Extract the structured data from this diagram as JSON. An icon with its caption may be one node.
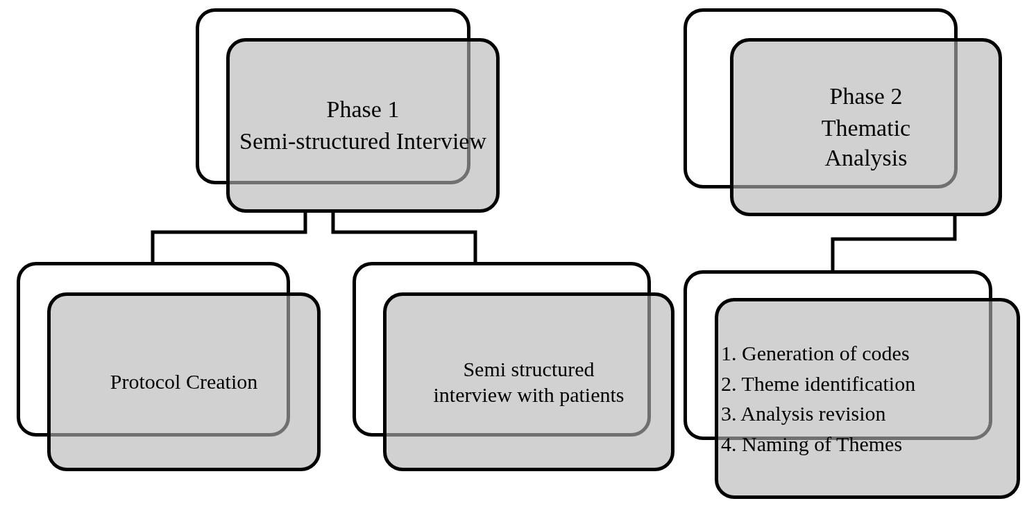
{
  "diagram": {
    "nodes": [
      {
        "text": [
          "Phase 1",
          "Semi-structured Interview"
        ]
      },
      {
        "text": [
          "Protocol Creation"
        ]
      },
      {
        "text": [
          "Semi structured interview with patients"
        ]
      },
      {
        "text": [
          "Phase 2",
          "Thematic Analysis"
        ]
      },
      {
        "text": [
          "1. Generation of codes",
          "2. Theme identification",
          "3. Analysis revision",
          "4. Naming of Themes"
        ]
      }
    ],
    "edges": [
      {
        "from": 0,
        "to": 1,
        "arrow": "none"
      },
      {
        "from": 0,
        "to": 2,
        "arrow": "none"
      },
      {
        "from": 3,
        "to": 4,
        "arrow": "none"
      }
    ]
  }
}
